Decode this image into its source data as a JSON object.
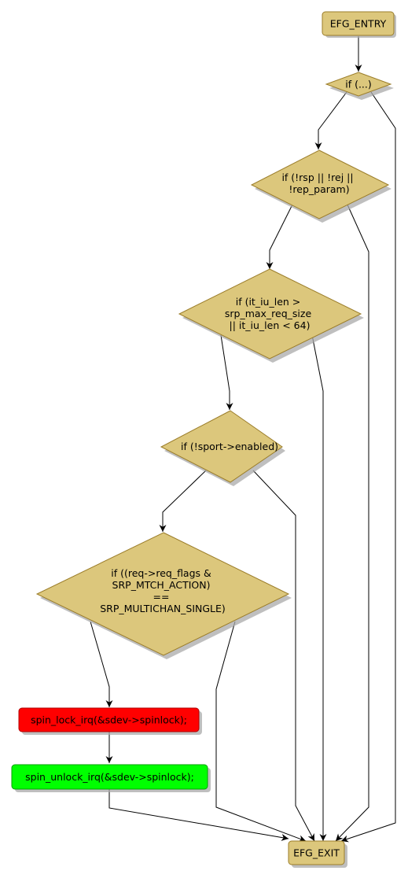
{
  "colors": {
    "node_fill": "#dcc77c",
    "lock_fill": "#ff0000",
    "unlock_fill": "#00ff00",
    "edge": "#000000"
  },
  "nodes": {
    "entry": "EFG_ENTRY",
    "cond1": [
      "if (...)"
    ],
    "cond2": [
      "if (!rsp || !rej ||",
      "!rep_param)"
    ],
    "cond3": [
      "if (it_iu_len >",
      "srp_max_req_size",
      "|| it_iu_len < 64)"
    ],
    "cond4": [
      "if (!sport->enabled)"
    ],
    "cond5": [
      "if ((req->req_flags &",
      "SRP_MTCH_ACTION)",
      "==",
      "SRP_MULTICHAN_SINGLE)"
    ],
    "lock": "spin_lock_irq(&sdev->spinlock);",
    "unlock": "spin_unlock_irq(&sdev->spinlock);",
    "exit": "EFG_EXIT"
  }
}
